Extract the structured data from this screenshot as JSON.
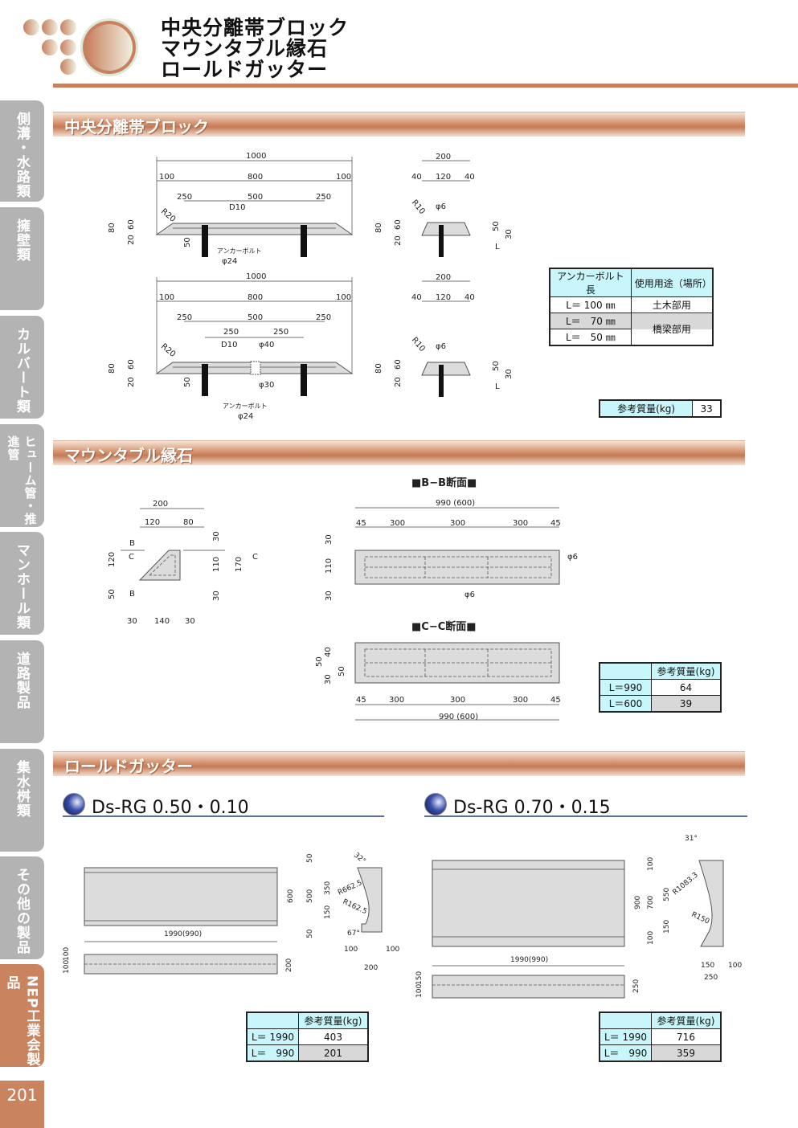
{
  "header": {
    "title_lines": [
      "中央分離帯ブロック",
      "マウンタブル縁石",
      "ロールドガッター"
    ],
    "accent": "#c9805f"
  },
  "sidebar": {
    "tabs": [
      {
        "label": "側溝・水路類",
        "active": false
      },
      {
        "label": "擁壁類",
        "active": false
      },
      {
        "label": "カルバート類",
        "active": false
      },
      {
        "label": "ヒューム管・推進管",
        "active": false
      },
      {
        "label": "マンホール類",
        "active": false
      },
      {
        "label": "道路製品",
        "active": false
      },
      {
        "label": "集水桝類",
        "active": false
      },
      {
        "label": "その他の製品",
        "active": false
      },
      {
        "label": "NEP工業会製品",
        "active": true
      }
    ],
    "page_number": "201"
  },
  "section1": {
    "title": "中央分離帯ブロック",
    "front1": [
      "1000",
      "100",
      "800",
      "100",
      "250",
      "500",
      "250",
      "R20",
      "D10",
      "80",
      "60",
      "20",
      "50",
      "アンカーボルト",
      "φ24"
    ],
    "front2": [
      "1000",
      "100",
      "800",
      "100",
      "250",
      "500",
      "250",
      "250",
      "250",
      "R20",
      "D10",
      "φ40",
      "80",
      "60",
      "20",
      "50",
      "φ30",
      "アンカーボルト",
      "φ24"
    ],
    "side": [
      "200",
      "40",
      "120",
      "40",
      "R10",
      "φ6",
      "80",
      "60",
      "20",
      "50",
      "30",
      "L"
    ],
    "anchor_table": {
      "headers": [
        "アンカーボルト長",
        "使用用途（場所）"
      ],
      "rows": [
        {
          "length": "L＝ 100 ㎜",
          "use": "土木部用"
        },
        {
          "length": "L＝　70 ㎜",
          "use": "橋梁部用"
        },
        {
          "length": "L＝　50 ㎜",
          "use": ""
        }
      ]
    },
    "weight": {
      "label": "参考質量(kg)",
      "value": "33"
    }
  },
  "section2": {
    "title": "マウンタブル縁石",
    "cross": [
      "200",
      "120",
      "80",
      "B",
      "C",
      "B",
      "120",
      "50",
      "30",
      "110",
      "30",
      "170",
      "C",
      "30",
      "140",
      "30"
    ],
    "bb": {
      "title": "■B−B断面■",
      "labels": [
        "990 (600)",
        "45",
        "300",
        "300",
        "300",
        "45",
        "30",
        "110",
        "30",
        "φ6",
        "φ6"
      ]
    },
    "cc": {
      "title": "■C−C断面■",
      "labels": [
        "40",
        "50",
        "50",
        "30",
        "45",
        "300",
        "300",
        "300",
        "45",
        "990 (600)"
      ]
    },
    "weight_table": {
      "header": "参考質量(kg)",
      "rows": [
        {
          "length": "L＝990",
          "value": "64"
        },
        {
          "length": "L＝600",
          "value": "39"
        }
      ]
    }
  },
  "section3": {
    "title": "ロールドガッター",
    "left": {
      "model": "Ds-RG 0.50・0.10",
      "labels": [
        "1990(990)",
        "100",
        "100",
        "200",
        "600",
        "50",
        "500",
        "50",
        "350",
        "150",
        "32°",
        "R662.5",
        "R162.5",
        "67°",
        "100",
        "100",
        "200"
      ],
      "weight_table": {
        "header": "参考質量(kg)",
        "rows": [
          {
            "length": "L＝ 1990",
            "value": "403"
          },
          {
            "length": "L＝　990",
            "value": "201"
          }
        ]
      }
    },
    "right": {
      "model": "Ds-RG 0.70・0.15",
      "labels": [
        "1990(990)",
        "100",
        "150",
        "250",
        "900",
        "100",
        "700",
        "100",
        "550",
        "150",
        "31°",
        "R1083.3",
        "R150",
        "150",
        "100",
        "250"
      ],
      "weight_table": {
        "header": "参考質量(kg)",
        "rows": [
          {
            "length": "L＝ 1990",
            "value": "716"
          },
          {
            "length": "L＝　990",
            "value": "359"
          }
        ]
      }
    }
  }
}
